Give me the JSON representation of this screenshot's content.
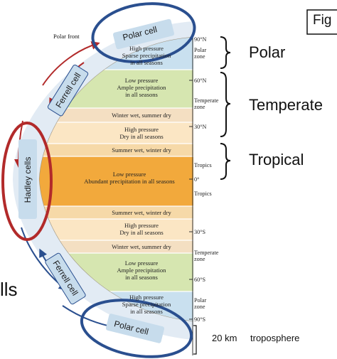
{
  "figure_tab": "Fig",
  "polar_front_label": "Polar front",
  "cells": {
    "polar_north": "Polar cell",
    "ferrell_north": "Ferrell cell",
    "hadley": "Hadley cells",
    "ferrell_south": "Ferrell cell",
    "polar_south": "Polar cell"
  },
  "bands": [
    {
      "label": "High pressure\nSparse precipitation\nin all seasons"
    },
    {
      "label": "Low pressure\nAmple precipitation\nin all seasons"
    },
    {
      "label": "Winter wet, summer dry"
    },
    {
      "label": "High pressure\nDry in all seasons"
    },
    {
      "label": "Summer wet, winter dry"
    },
    {
      "label": "Low pressure\nAbundant precipitation in all seasons"
    },
    {
      "label": "Summer wet, winter dry"
    },
    {
      "label": "High pressure\nDry in all seasons"
    },
    {
      "label": "Winter wet, summer dry"
    },
    {
      "label": "Low pressure\nAmple precipitation\nin all seasons"
    },
    {
      "label": "High pressure\nSparse precipitation\nin all seasons"
    }
  ],
  "latitudes": [
    "90°N",
    "60°N",
    "30°N",
    "0°",
    "30°S",
    "60°S",
    "90°S"
  ],
  "zones": {
    "polar_n": "Polar\nzone",
    "temperate_n": "Temperate\nzone",
    "tropics_n": "Tropics",
    "tropics_s": "Tropics",
    "temperate_s": "Temperate\nzone",
    "polar_s": "Polar\nzone"
  },
  "brackets": {
    "polar": "Polar",
    "temperate": "Temperate",
    "tropical": "Tropical"
  },
  "left_fragment": "lls",
  "scale": {
    "height": "20 km",
    "layer": "troposphere"
  },
  "colors": {
    "polar_band": "#c9e0ef",
    "temperate_band": "#d6e6b0",
    "winter_wet_band": "#f4dfc2",
    "dry_band": "#f6dcb6",
    "tropical_band": "#f2a93c",
    "blue_ring": "#2a4f8f",
    "red_ring": "#b22a2a",
    "cell_fill": "#c7dcec"
  }
}
